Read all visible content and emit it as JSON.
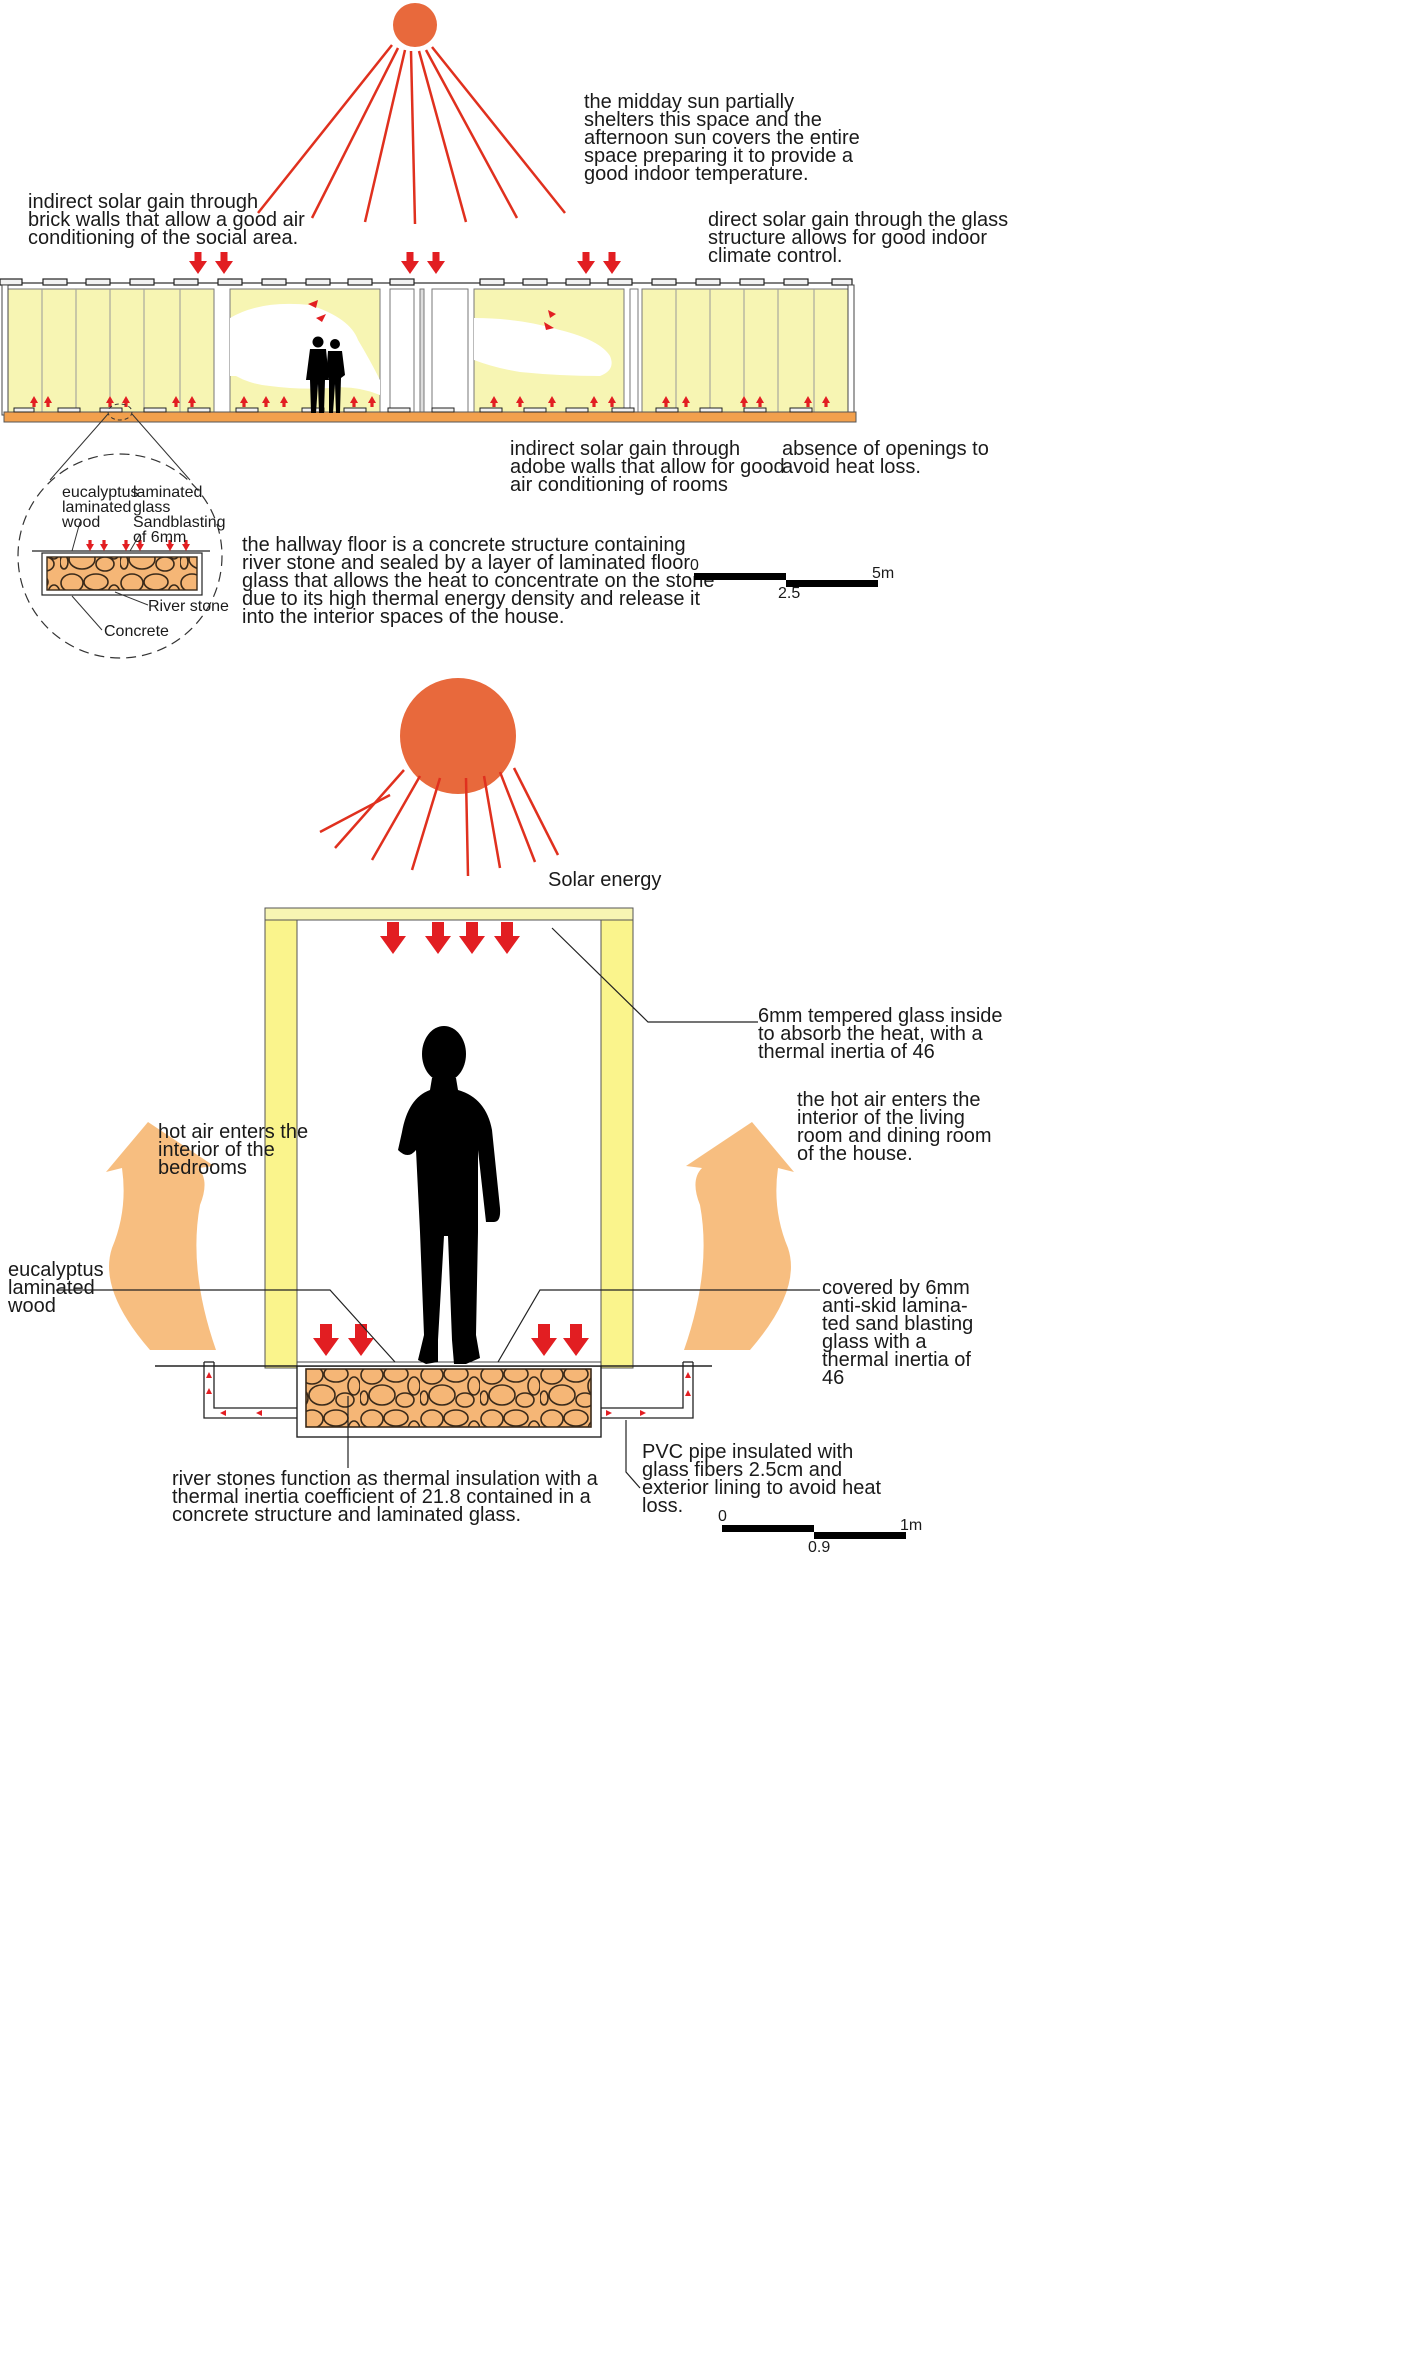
{
  "colors": {
    "sun": "#e8693c",
    "ray": "#e0301e",
    "arrow": "#e21e22",
    "wall_fill": "#f7f5b3",
    "stone_fill": "#f5b676",
    "air_arrow": "#f6b36a",
    "floor": "#f2a04d"
  },
  "top_section": {
    "notes": {
      "indirect_brick": [
        "indirect solar gain through",
        "brick walls that allow a good air",
        "conditioning of the social area."
      ],
      "midday_sun": [
        "the midday sun partially",
        "shelters this space and the",
        "afternoon sun covers the entire",
        "space preparing it to provide a",
        "good indoor temperature."
      ],
      "direct_glass": [
        "direct solar gain through the glass",
        "structure allows for good indoor",
        "climate control."
      ],
      "indirect_adobe": [
        "indirect solar gain through",
        "adobe walls that allow for good",
        "air conditioning of rooms"
      ],
      "absence_openings": [
        "absence of openings to",
        "avoid heat loss."
      ],
      "hallway_floor": [
        "the hallway floor is a concrete structure containing",
        "river stone and sealed by a layer of laminated floor",
        "glass that allows the heat to concentrate on the stone",
        "due to its high thermal energy density and release it",
        "into the interior spaces of the house."
      ]
    },
    "detail_labels": {
      "eucalyptus": [
        "eucalyptus",
        "laminated",
        "wood"
      ],
      "glass": [
        "laminated",
        "glass",
        "Sandblasting",
        "of 6mm"
      ],
      "river_stone": "River stone",
      "concrete": "Concrete"
    },
    "scale": {
      "start": "0",
      "mid": "2.5",
      "end": "5m"
    }
  },
  "bottom_section": {
    "notes": {
      "solar_energy": "Solar energy",
      "tempered_glass": [
        "6mm tempered glass inside",
        "to absorb the heat, with a",
        "thermal inertia of 46"
      ],
      "hot_air_bedrooms": [
        "hot air enters the",
        "interior of the",
        "bedrooms"
      ],
      "hot_air_living": [
        "the hot air enters the",
        "interior of the living",
        "room and dining room",
        "of the house."
      ],
      "eucalyptus": [
        "eucalyptus",
        "laminated",
        "wood"
      ],
      "covered": [
        "covered by 6mm",
        "anti-skid lamina-",
        "ted sand blasting",
        "glass with a",
        "thermal inertia of",
        "46"
      ],
      "pvc_pipe": [
        "PVC pipe insulated with",
        "glass fibers 2.5cm and",
        "exterior lining to avoid heat",
        "loss."
      ],
      "river_stones": [
        "river stones function as thermal insulation with a",
        "thermal inertia coefficient of 21.8 contained in a",
        "concrete structure and laminated glass."
      ]
    },
    "scale": {
      "start": "0",
      "mid": "0.9",
      "end": "1m"
    }
  }
}
